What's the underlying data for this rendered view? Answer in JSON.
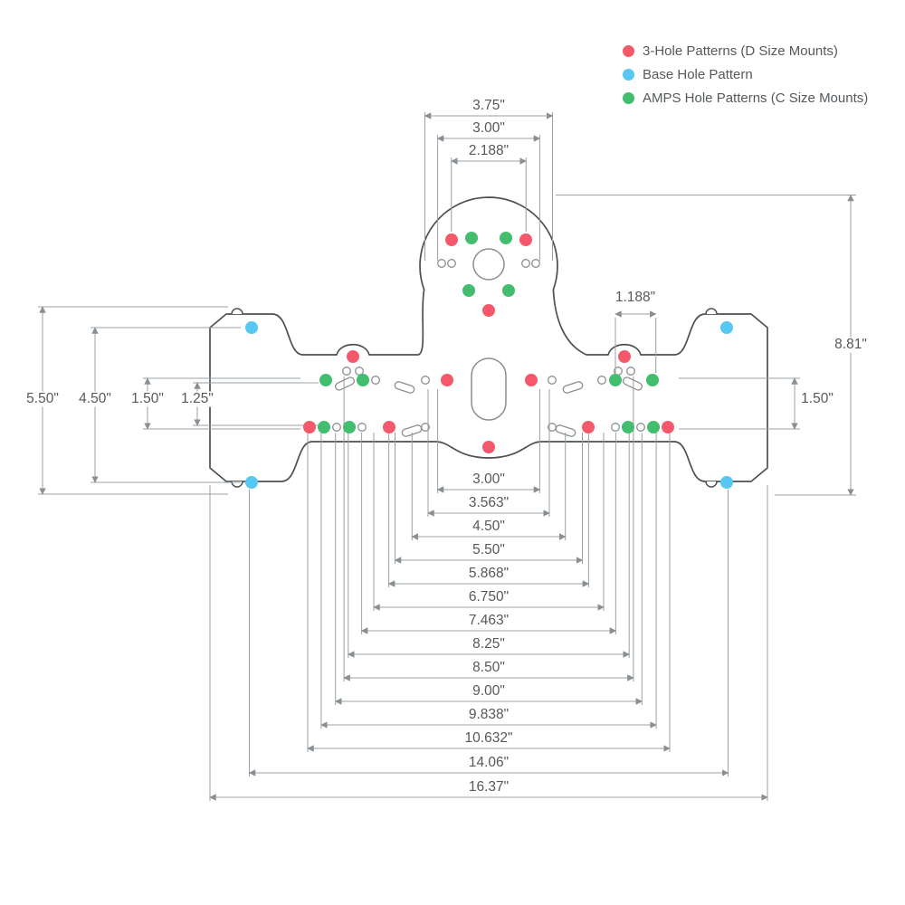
{
  "legend": {
    "items": [
      {
        "key": "d-size",
        "label": "3-Hole Patterns (D Size Mounts)",
        "color": "#f4596b"
      },
      {
        "key": "base",
        "label": "Base Hole Pattern",
        "color": "#57c7f3"
      },
      {
        "key": "amps",
        "label": "AMPS Hole Patterns (C Size Mounts)",
        "color": "#43bd6e"
      }
    ]
  },
  "dims": {
    "top": [
      "3.75\"",
      "3.00\"",
      "2.188\""
    ],
    "bottom": [
      "3.00\"",
      "3.563\"",
      "4.50\"",
      "5.50\"",
      "5.868\"",
      "6.750\"",
      "7.463\"",
      "8.25\"",
      "8.50\"",
      "9.00\"",
      "9.838\"",
      "10.632\"",
      "14.06\"",
      "16.37\""
    ],
    "left": [
      "5.50\"",
      "4.50\"",
      "1.50\"",
      "1.25\""
    ],
    "right": {
      "overall_height": "8.81\"",
      "row_spacing": "1.50\"",
      "amps_width": "1.188\""
    }
  },
  "colors": {
    "dim_line": "#9aa0a4",
    "plate_outline": "#4b5054",
    "hole_stroke": "#8a8f93",
    "text": "#55595c"
  }
}
